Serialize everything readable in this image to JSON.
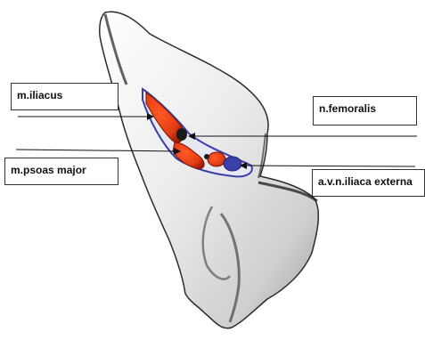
{
  "labels": {
    "iliacus": "m.iliacus",
    "psoas": "m.psoas major",
    "femoralis": "n.femoralis",
    "vessels": "a.v.n.iliaca externa"
  },
  "colors": {
    "muscle": "#e23c14",
    "vessel": "#3a40a8",
    "bone_light": "#f1f1f1",
    "bone_shadow": "#1f1f1f",
    "pointer": "#111111"
  }
}
